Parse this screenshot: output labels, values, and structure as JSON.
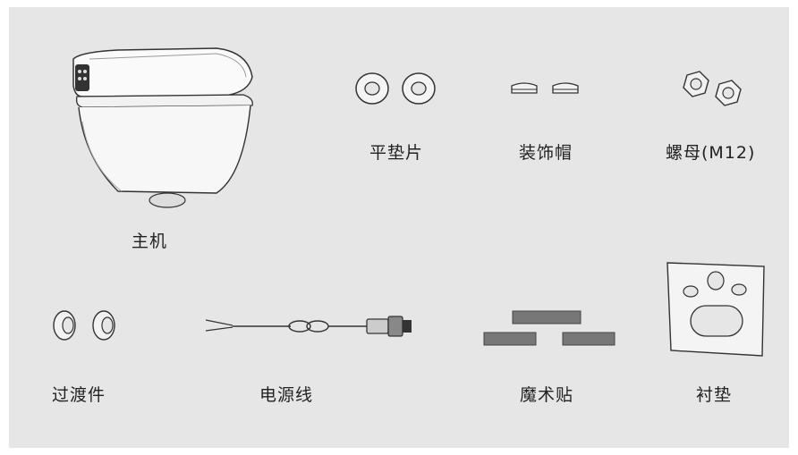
{
  "parts": [
    {
      "id": "main-unit",
      "label": "主机",
      "icon": "wall-hung-smart-toilet-icon"
    },
    {
      "id": "flat-washer",
      "label": "平垫片",
      "icon": "flat-washer-icon"
    },
    {
      "id": "decorative-cap",
      "label": "装饰帽",
      "icon": "decorative-cap-icon"
    },
    {
      "id": "nut",
      "label": "螺母(M12)",
      "icon": "hex-nut-icon"
    },
    {
      "id": "adapter",
      "label": "过渡件",
      "icon": "adapter-icon"
    },
    {
      "id": "power-cord",
      "label": "电源线",
      "icon": "power-cord-icon"
    },
    {
      "id": "velcro",
      "label": "魔术贴",
      "icon": "velcro-strip-icon"
    },
    {
      "id": "gasket",
      "label": "衬垫",
      "icon": "gasket-icon"
    }
  ],
  "colors": {
    "panel": "#e6e6e6",
    "text": "#222222",
    "line": "#333333",
    "velcro": "#777777"
  }
}
